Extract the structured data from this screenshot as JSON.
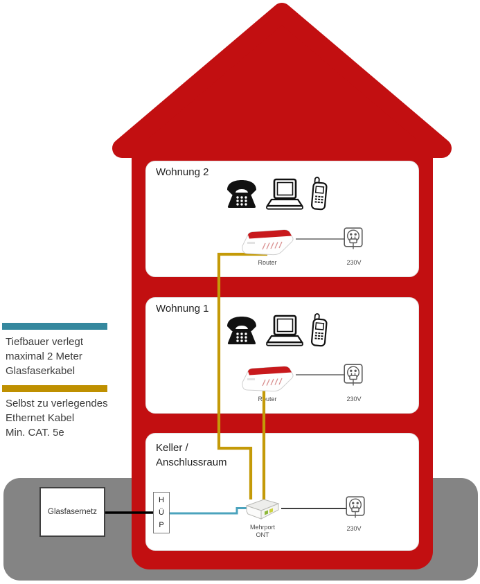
{
  "legend": {
    "fiber": {
      "color": "#35889e",
      "lines": [
        "Tiefbauer verlegt",
        "maximal 2 Meter",
        "Glasfaserkabel"
      ]
    },
    "ethernet": {
      "color": "#bf9000",
      "lines": [
        "Selbst zu verlegendes",
        "Ethernet Kabel",
        "Min. CAT. 5e"
      ]
    }
  },
  "apartments": {
    "top": {
      "label": "Wohnung 2",
      "router_label": "Router",
      "outlet_label": "230V"
    },
    "middle": {
      "label": "Wohnung 1",
      "router_label": "Router",
      "outlet_label": "230V"
    }
  },
  "basement": {
    "label_lines": [
      "Keller /",
      "Anschlussraum"
    ],
    "huep_letters": [
      "H",
      "Ü",
      "P"
    ],
    "ont_label_lines": [
      "Mehrport",
      "ONT"
    ],
    "outlet_label": "230V"
  },
  "external": {
    "fiber_network_label": "Glasfasernetz"
  },
  "icons": {
    "telephone": "telephone-icon",
    "laptop": "laptop-icon",
    "mobile_phone": "mobile-phone-icon",
    "router": "router-device",
    "power_outlet": "power-outlet-icon",
    "ont": "ont-device"
  },
  "colors": {
    "house_red": "#c20f11",
    "ground_gray": "#848484",
    "fiber_teal_cable": "#4ba3bd",
    "ethernet_gold_cable": "#c49a08",
    "black_fiber_feed": "#000000"
  }
}
